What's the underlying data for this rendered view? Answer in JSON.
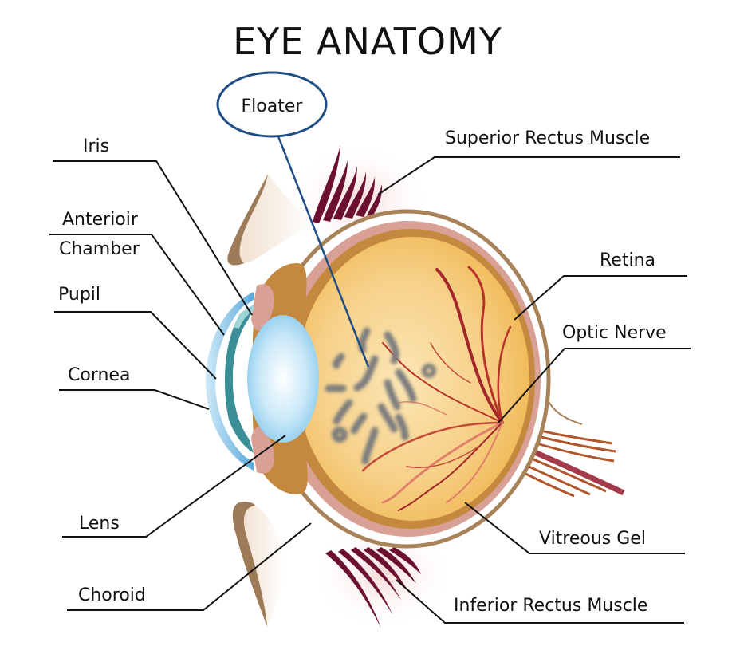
{
  "diagram": {
    "title": "EYE ANATOMY",
    "callout": {
      "label": "Floater",
      "color": "#1f4e84"
    },
    "labels_left": {
      "iris": "Iris",
      "anterior_chamber_line1": "Anterioir",
      "anterior_chamber_line2": "Chamber",
      "pupil": "Pupil",
      "cornea": "Cornea",
      "lens": "Lens",
      "choroid": "Choroid"
    },
    "labels_right": {
      "superior_rectus": "Superior Rectus Muscle",
      "retina": "Retina",
      "optic_nerve": "Optic  Nerve",
      "vitreous_gel": "Vitreous Gel",
      "inferior_rectus": "Inferior Rectus Muscle"
    },
    "colors": {
      "sclera_outline": "#a8835a",
      "choroid": "#d9a096",
      "retina_band": "#c4893e",
      "vitreous": "#f3c266",
      "lens": "#9fd3f0",
      "cornea": "#5aa9dc",
      "iris": "#3a8e95",
      "muscle": "#6b1030",
      "vessel": "#b8322a",
      "floater": "#7d7d7d",
      "eyelid": "#9e7b58"
    }
  }
}
